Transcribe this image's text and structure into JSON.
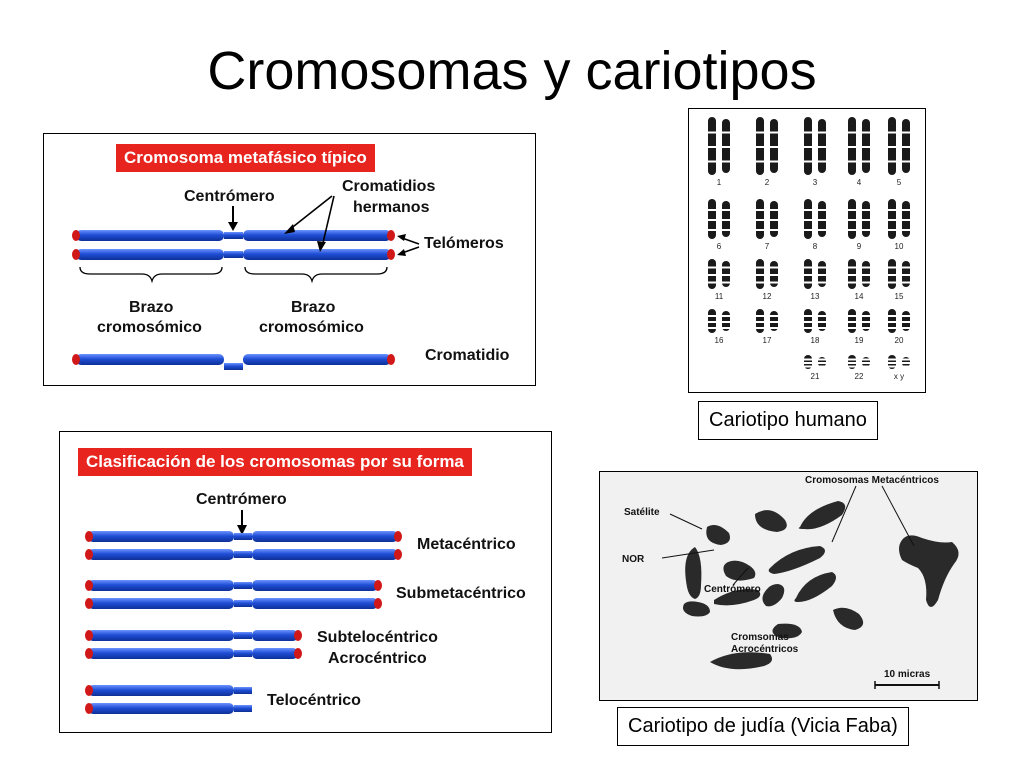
{
  "slide": {
    "title": "Cromosomas y cariotipos"
  },
  "panel_typical": {
    "header": "Cromosoma metafásico típico",
    "centromere_label": "Centrómero",
    "sister_chromatids_label_line1": "Cromatidios",
    "sister_chromatids_label_line2": "hermanos",
    "telomeres_label": "Telómeros",
    "arm_left_line1": "Brazo",
    "arm_left_line2": "cromosómico",
    "arm_right_line1": "Brazo",
    "arm_right_line2": "cromosómico",
    "chromatid_label": "Cromatidio"
  },
  "panel_classification": {
    "header": "Clasificación de los cromosomas por su forma",
    "centromere_label": "Centrómero",
    "types": [
      "Metacéntrico",
      "Submetacéntrico",
      "Subtelocéntrico",
      "Acrocéntrico",
      "Telocéntrico"
    ]
  },
  "human_karyotype": {
    "caption": "Cariotipo humano",
    "numbers": [
      "1",
      "2",
      "3",
      "4",
      "5",
      "6",
      "7",
      "8",
      "9",
      "10",
      "11",
      "12",
      "13",
      "14",
      "15",
      "16",
      "17",
      "18",
      "19",
      "20",
      "21",
      "22",
      "x y"
    ]
  },
  "bean_karyotype": {
    "caption": "Cariotipo de judía (Vicia Faba)",
    "labels": {
      "metacentric": "Cromosomas Metacéntricos",
      "satellite": "Satélite",
      "nor": "NOR",
      "centromere": "Centrómero",
      "acrocentric_line1": "Cromsomas",
      "acrocentric_line2": "Acrocéntricos",
      "scale": "10 micras"
    }
  },
  "colors": {
    "chromatid_blue": "#1f4fd6",
    "chromatid_highlight": "#5b86ff",
    "telomere_red": "#d01818",
    "header_red": "#e8241f"
  }
}
